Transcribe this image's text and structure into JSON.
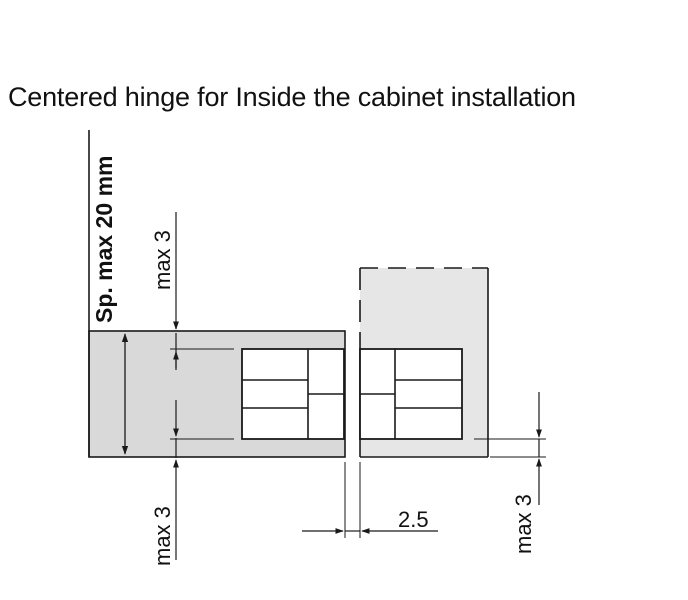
{
  "title": "Centered hinge for Inside the cabinet installation",
  "labels": {
    "thickness": "Sp. max 20 mm",
    "max_top": "max 3",
    "max_bottom": "max 3",
    "max_right": "max 3",
    "gap": "2.5"
  },
  "colors": {
    "panel_fill": "#d9d9d9",
    "stroke": "#1a1a1a",
    "background": "#ffffff"
  }
}
